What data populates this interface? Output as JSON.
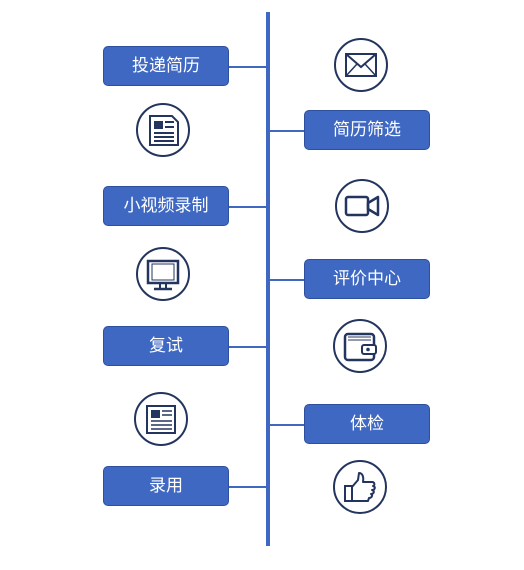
{
  "steps": [
    {
      "label": "投递简历"
    },
    {
      "label": "简历筛选"
    },
    {
      "label": "小视频录制"
    },
    {
      "label": "评价中心"
    },
    {
      "label": "复试"
    },
    {
      "label": "体检"
    },
    {
      "label": "录用"
    }
  ],
  "colors": {
    "accent": "#3f68c2",
    "icon_stroke": "#23355f"
  },
  "icons": [
    "resume-icon",
    "envelope-icon",
    "video-camera-icon",
    "monitor-icon",
    "wallet-icon",
    "newspaper-icon",
    "thumbs-up-icon"
  ]
}
